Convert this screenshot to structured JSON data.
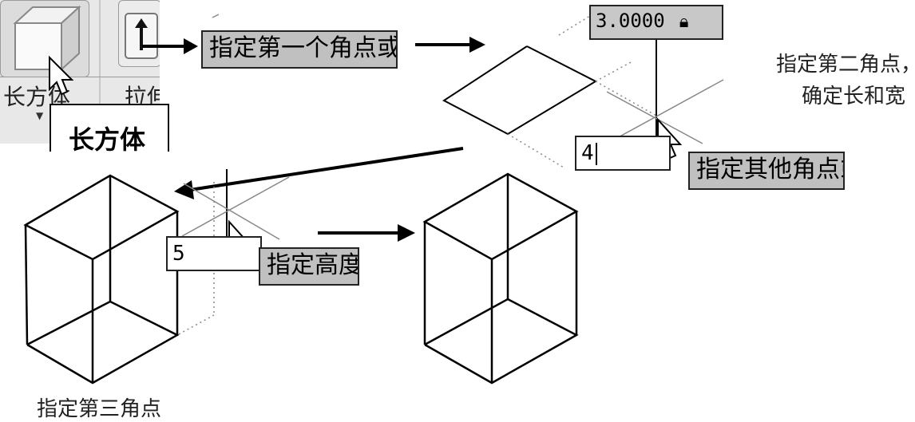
{
  "ribbon": {
    "box_tool_label": "长方体",
    "extrude_tool_label": "拉伸",
    "tooltip_title": "长方体"
  },
  "step1": {
    "prompt": "指定第一个角点或"
  },
  "step2": {
    "length_value": "3.0000",
    "width_value": "4",
    "prompt": "指定其他角点或",
    "caption_line1": "指定第二角点，",
    "caption_line2": "确定长和宽"
  },
  "step3": {
    "height_value": "5",
    "prompt": "指定高度",
    "caption": "指定第三角点"
  },
  "icons": {
    "lock": "lock-icon",
    "cursor": "arrow-cursor-icon",
    "crosshair": "crosshair-icon"
  }
}
